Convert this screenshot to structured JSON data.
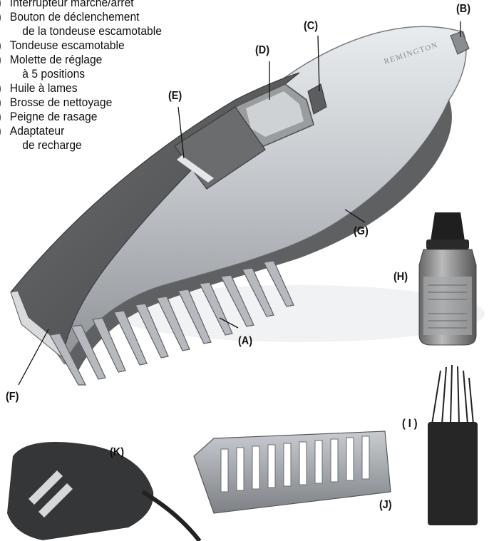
{
  "legend": [
    {
      "key": ")",
      "lines": [
        "Interrupteur marche/arrêt"
      ]
    },
    {
      "key": ")",
      "lines": [
        "Bouton de déclenchement",
        "de la tondeuse escamotable"
      ]
    },
    {
      "key": ")",
      "lines": [
        "Tondeuse escamotable"
      ]
    },
    {
      "key": ")",
      "lines": [
        "Molette de réglage",
        "à 5 positions"
      ]
    },
    {
      "key": ")",
      "lines": [
        "Huile à lames"
      ]
    },
    {
      "key": ")",
      "lines": [
        "Brosse de nettoyage"
      ]
    },
    {
      "key": ")",
      "lines": [
        "Peigne de rasage"
      ]
    },
    {
      "key": ")",
      "lines": [
        "Adaptateur",
        "de recharge"
      ]
    }
  ],
  "callouts": {
    "A": "(A)",
    "B": "(B)",
    "C": "(C)",
    "D": "(D)",
    "E": "(E)",
    "F": "(F)",
    "G": "(G)",
    "H": "(H)",
    "I": "( I )",
    "J": "(J)",
    "K": "(K)"
  },
  "brand": "REMINGTON"
}
